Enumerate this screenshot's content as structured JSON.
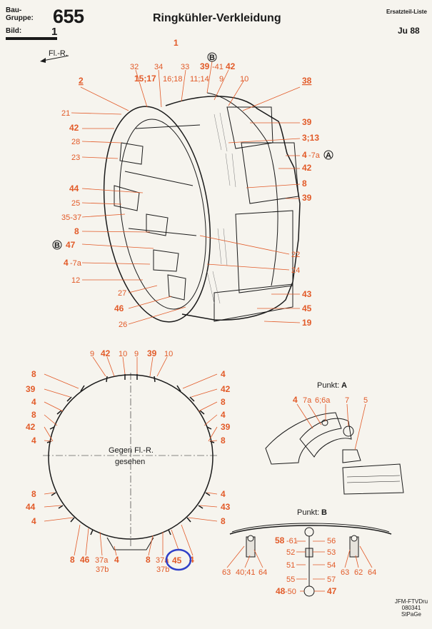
{
  "header": {
    "bau_label": "Bau-",
    "gruppe_label": "Gruppe:",
    "group_number": "655",
    "bild_label": "Bild:",
    "bild_number": "1",
    "title": "Ringkühler-Verkleidung",
    "ersatzteil": "Ersatzteil-Liste",
    "model": "Ju 88"
  },
  "top_diagram": {
    "figure_number": "1",
    "direction": "Fl.-R.",
    "top_labels": [
      "32",
      "34",
      "33",
      "B",
      "39",
      "-41",
      "42",
      "15;17",
      "16;18",
      "11;14",
      "9",
      "10"
    ],
    "left_labels": [
      "2",
      "21",
      "42",
      "28",
      "23",
      "44",
      "25",
      "35-37",
      "8",
      "B",
      "47",
      "4",
      "-7a",
      "12",
      "27",
      "46",
      "26"
    ],
    "right_labels": [
      "38",
      "39",
      "3;13",
      "4",
      "-7a",
      "A",
      "42",
      "8",
      "39",
      "22",
      "24",
      "43",
      "45",
      "19"
    ]
  },
  "ring_view": {
    "caption_line1": "Gegen Fl.-R.",
    "caption_line2": "gesehen",
    "top_labels": [
      "9",
      "42",
      "10",
      "9",
      "39",
      "10"
    ],
    "left_labels": [
      "8",
      "39",
      "4",
      "8",
      "42",
      "4",
      "8",
      "44",
      "4"
    ],
    "right_labels": [
      "4",
      "42",
      "8",
      "4",
      "39",
      "8",
      "4",
      "43",
      "8"
    ],
    "bottom_labels": [
      "8",
      "46",
      "37a",
      "37b",
      "4",
      "8",
      "37a",
      "37b",
      "45",
      "4"
    ],
    "highlighted": "45"
  },
  "punkt_a": {
    "title": "Punkt: ",
    "letter": "A",
    "labels": [
      "4",
      "7a",
      "6;6a",
      "7",
      "5"
    ]
  },
  "punkt_b": {
    "title": "Punkt: ",
    "letter": "B",
    "left_labels": [
      "58",
      "-61",
      "52",
      "51",
      "55",
      "48",
      "-50"
    ],
    "right_labels": [
      "56",
      "53",
      "54",
      "57",
      "47"
    ],
    "bottom_labels": [
      "63",
      "40;41",
      "64",
      "63",
      "62",
      "64"
    ]
  },
  "footer": {
    "line1": "JFM-FTVDru",
    "line2": "080341",
    "line3": "StPaGe"
  }
}
